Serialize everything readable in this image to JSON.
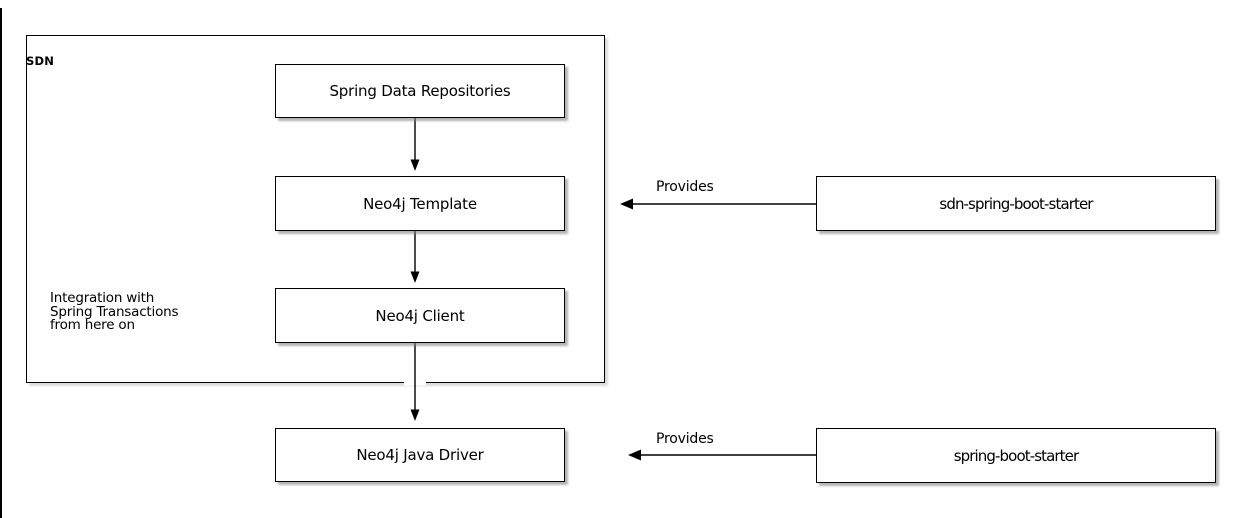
{
  "container": {
    "label": "SDN",
    "note": "Integration with\nSpring Transactions\nfrom here on"
  },
  "nodes": {
    "spring_data_repositories": "Spring Data Repositories",
    "neo4j_template": "Neo4j Template",
    "neo4j_client": "Neo4j Client",
    "neo4j_java_driver": "Neo4j Java Driver",
    "sdn_spring_boot_starter": "sdn-spring-boot-starter",
    "spring_boot_starter": "spring-boot-starter"
  },
  "edge_labels": {
    "provides_top": "Provides",
    "provides_bottom": "Provides"
  },
  "colors": {
    "stroke": "#000000",
    "node_fill": "#fefefe",
    "background": "#ffffff",
    "node_shadow": "#828282",
    "container_shadow": "#bebebe"
  }
}
